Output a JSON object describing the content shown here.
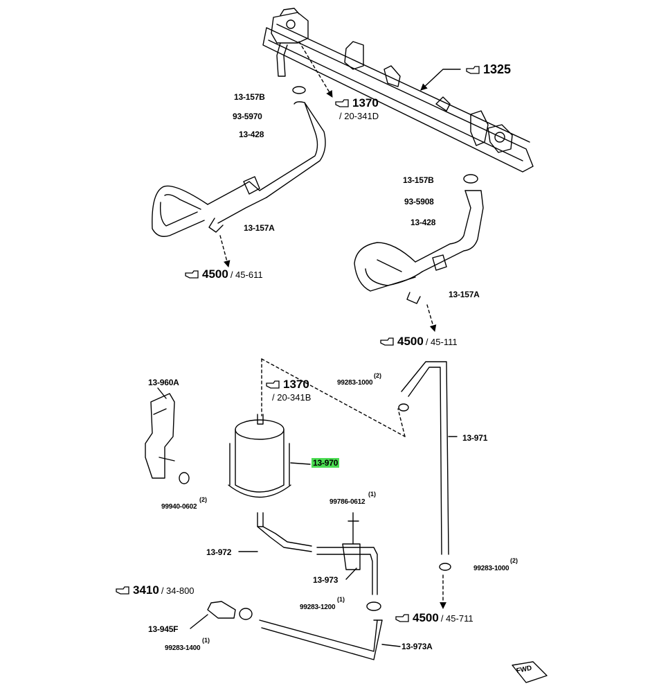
{
  "parts": {
    "p1325": "1325",
    "p1370a": "1370",
    "p1370a_sub": "/ 20-341D",
    "p13157b_a": "13-157B",
    "p935970": "93-5970",
    "p13428_a": "13-428",
    "p13157a_a": "13-157A",
    "p4500a": "4500",
    "p4500a_sub": "/ 45-611",
    "p13157b_b": "13-157B",
    "p935908": "93-5908",
    "p13428_b": "13-428",
    "p13157a_b": "13-157A",
    "p4500b": "4500",
    "p4500b_sub": "/ 45-111",
    "p13960a": "13-960A",
    "p1370b": "1370",
    "p1370b_sub": "/ 20-341B",
    "p99283_1000a": "99283-1000",
    "p99283_1000a_qty": "(2)",
    "p13971": "13-971",
    "p13970": "13-970",
    "p99940": "99940-0602",
    "p99940_qty": "(2)",
    "p99786": "99786-0612",
    "p99786_qty": "(1)",
    "p13972": "13-972",
    "p99283_1000b": "99283-1000",
    "p99283_1000b_qty": "(2)",
    "p13973": "13-973",
    "p3410": "3410",
    "p3410_sub": "/ 34-800",
    "p99283_1200": "99283-1200",
    "p99283_1200_qty": "(1)",
    "p4500c": "4500",
    "p4500c_sub": "/ 45-711",
    "p13945f": "13-945F",
    "p99283_1400": "99283-1400",
    "p99283_1400_qty": "(1)",
    "p13973a": "13-973A",
    "fwd": "FWD"
  },
  "colors": {
    "highlight": "#4bdc52",
    "line": "#000000",
    "background": "#ffffff"
  }
}
